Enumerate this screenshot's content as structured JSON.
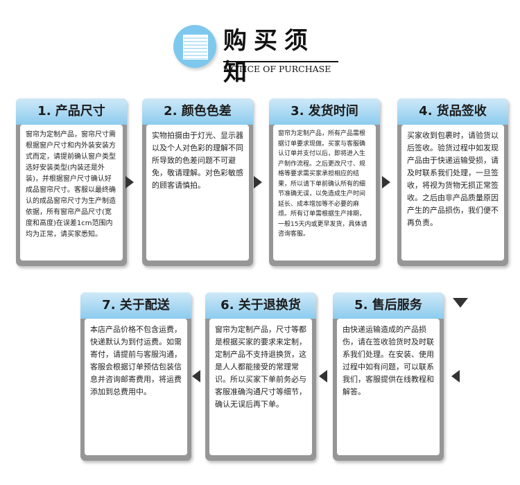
{
  "header": {
    "title": "购买须知",
    "subtitle": "NOTICE OF PURCHASE",
    "logo_icon": "window-blind-icon"
  },
  "colors": {
    "header_gradient_top": "#cfe9f8",
    "header_gradient_bottom": "#8ccbee",
    "card_frame": "#969696",
    "logo": "#7ec8ee"
  },
  "cards": [
    {
      "title": "1. 产品尺寸",
      "body": "窗帘为定制产品，窗帘尺寸需根据窗户尺寸和内外装安装方式而定，请提前确认窗户类型选好安装类型(内装还是外装)，并根据窗户尺寸确认好成品窗帘尺寸。客服以最终确认的成品窗帘尺寸为生产制造依据，所有窗帘产品尺寸(宽度和高度)在误差1cm范围内均为正常，请买家悉知。"
    },
    {
      "title": "2. 颜色色差",
      "body": "实物拍摄由于灯光、显示器以及个人对色彩的理解不同所导致的色差问题不可避免，敬请理解。对色彩敏感的顾客请慎拍。"
    },
    {
      "title": "3. 发货时间",
      "body": "窗帘为定制产品，所有产品需根据订单要求现做。买家与客服确认订单并支付以后，即将进入生产制作流程。之后更改尺寸、规格等要求需买家承担相应的结果，所以请下单前确认所有的细节准确无误，以免造成生产时间延长、成本增加等不必要的麻烦。所有订单需根据生产排期，一般15天内或更早发货，具体请咨询客服。"
    },
    {
      "title": "4. 货品签收",
      "body": "买家收到包裹时，请验货以后签收。验货过程中如发现产品由于快递运输受损，请及时联系我们处理，一旦签收，将视为货物无损正常签收。之后由非产品质量原因产生的产品损伤，我们便不再负责。"
    },
    {
      "title": "5. 售后服务",
      "body": "由快递运输造成的产品损伤，请在签收验货时及时联系我们处理。在安装、使用过程中如有问题，可以联系我们，客服提供在线教程和解答。"
    },
    {
      "title": "6. 关于退换货",
      "body": "窗帘为定制产品，尺寸等都是根据买家的要求来定制，定制产品不支持退换货，这是人人都能接受的常理常识。所以买家下单前务必与客服准确沟通尺寸等细节，确认无误后再下单。"
    },
    {
      "title": "7. 关于配送",
      "body": "本店产品价格不包含运费，快递默认为到付运费。如需寄付，请提前与客服沟通，客服会根据订单预估包装信息并咨询邮寄费用，将运费添加到总费用中。"
    }
  ]
}
